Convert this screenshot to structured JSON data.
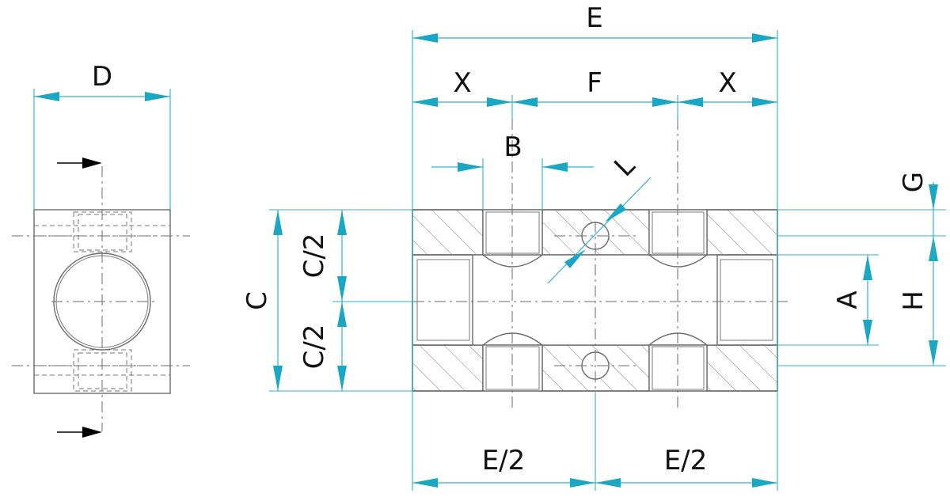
{
  "labels": {
    "D": "D",
    "E": "E",
    "X_left": "X",
    "F": "F",
    "X_right": "X",
    "B": "B",
    "L": "L",
    "G": "G",
    "C": "C",
    "C2_top": "C/2",
    "C2_bottom": "C/2",
    "A": "A",
    "H": "H",
    "E2_left": "E/2",
    "E2_right": "E/2"
  },
  "colors": {
    "dimension": "#2fb3cc",
    "outline": "#6b6b6b"
  }
}
